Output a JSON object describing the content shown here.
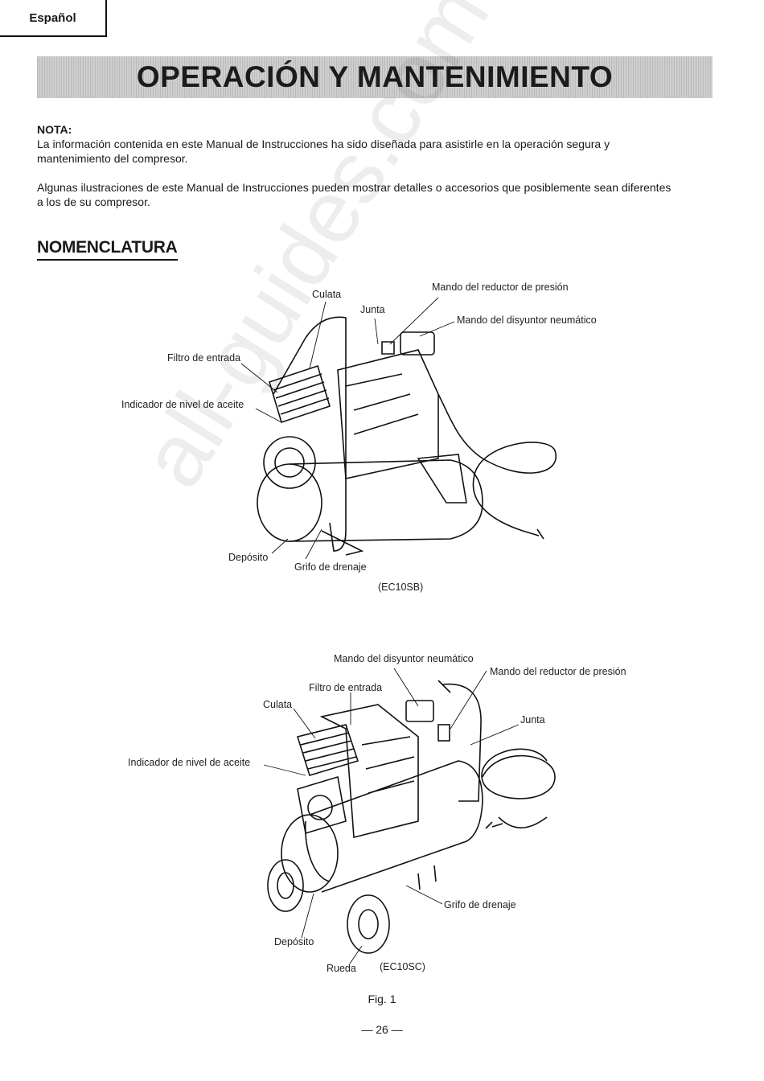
{
  "tab": {
    "language": "Español"
  },
  "title": "OPERACIÓN Y MANTENIMIENTO",
  "nota": {
    "label": "NOTA:",
    "paragraph1": "La información contenida en este Manual de Instrucciones ha sido diseñada para asistirle en la operación segura y mantenimiento del compresor.",
    "paragraph2": "Algunas ilustraciones de este Manual de Instrucciones pueden mostrar detalles o accesorios que posiblemente sean diferentes a los de su compresor."
  },
  "section": {
    "heading": "NOMENCLATURA"
  },
  "watermark": "all-guides.com",
  "diagram1": {
    "model": "(EC10SB)",
    "labels": {
      "culata": "Culata",
      "mando_reductor": "Mando del reductor de presión",
      "junta": "Junta",
      "mando_disyuntor": "Mando del disyuntor neumático",
      "filtro": "Filtro de entrada",
      "indicador": "Indicador de nivel de aceite",
      "deposito": "Depósito",
      "grifo": "Grifo de drenaje"
    }
  },
  "diagram2": {
    "model": "(EC10SC)",
    "labels": {
      "mando_disyuntor": "Mando del disyuntor neumático",
      "mando_reductor": "Mando del reductor de presión",
      "filtro": "Filtro de entrada",
      "culata": "Culata",
      "junta": "Junta",
      "indicador": "Indicador de nivel de aceite",
      "grifo": "Grifo de drenaje",
      "deposito": "Depósito",
      "rueda": "Rueda"
    }
  },
  "figure_caption": "Fig. 1",
  "page_number": "— 26 —"
}
